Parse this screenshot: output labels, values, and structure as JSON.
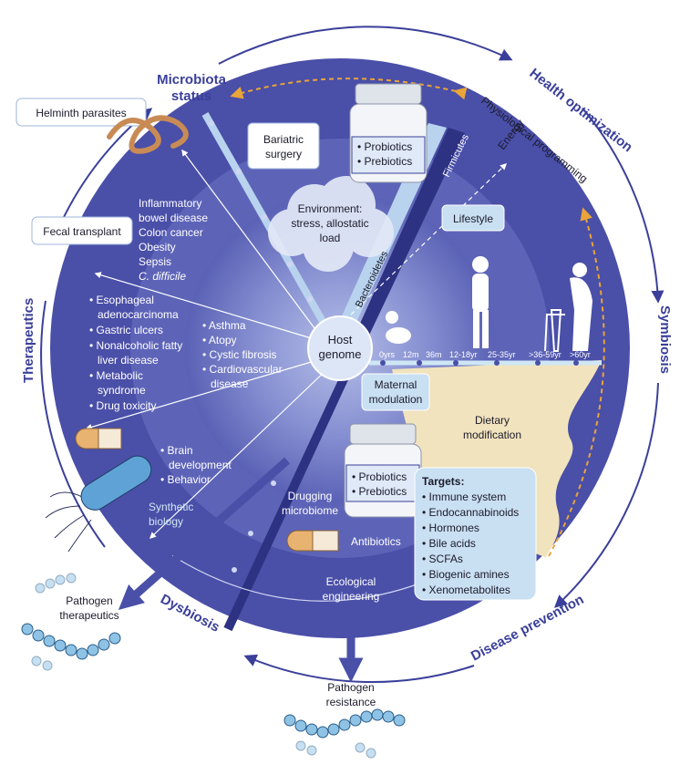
{
  "outer_labels": {
    "microbiota_status": [
      "Microbiota",
      "status"
    ],
    "health_optimization": "Health optimization",
    "symbiosis": "Symbiosis",
    "disease_prevention": "Disease prevention",
    "dysbiosis": "Dysbiosis",
    "therapeutics": "Therapeutics"
  },
  "boxes": {
    "helminth": "Helminth parasites",
    "fecal": "Fecal transplant",
    "bariatric": [
      "Bariatric",
      "surgery"
    ],
    "lifestyle": "Lifestyle",
    "maternal": [
      "Maternal",
      "modulation"
    ],
    "dietary": [
      "Dietary",
      "modification"
    ]
  },
  "bottle_top": [
    "• Probiotics",
    "• Prebiotics"
  ],
  "bottle_bottom": [
    "• Probiotics",
    "• Prebiotics"
  ],
  "phyla": {
    "firmicutes": "Firmicutes",
    "bacteroidetes": "Bacteroidetes"
  },
  "environment": [
    "Environment:",
    "stress, allostatic",
    "load"
  ],
  "host_genome": [
    "Host",
    "genome"
  ],
  "programming": {
    "physiological": "Physiological programming",
    "energy": "Energy"
  },
  "ages": [
    "0yrs",
    "12m",
    "36m",
    "12-18yr",
    "25-35yr",
    ">36-59yr",
    ">60yr"
  ],
  "diseases_a": [
    "Inflammatory",
    "bowel disease",
    "Colon cancer",
    "Obesity",
    "Sepsis",
    "C. difficile"
  ],
  "diseases_b": [
    "• Esophageal",
    "adenocarcinoma",
    "• Gastric ulcers",
    "• Nonalcoholic fatty",
    "liver disease",
    "• Metabolic",
    "syndrome",
    "• Drug toxicity"
  ],
  "diseases_c": [
    "• Asthma",
    "• Atopy",
    "• Cystic fibrosis",
    "• Cardiovascular",
    "disease"
  ],
  "brain": [
    "• Brain",
    "development",
    "• Behavior"
  ],
  "synthetic": [
    "Synthetic",
    "biology"
  ],
  "drugging": [
    "Drugging",
    "microbiome"
  ],
  "antibiotics": "Antibiotics",
  "ecological": [
    "Ecological",
    "engineering"
  ],
  "targets": {
    "title": "Targets:",
    "items": [
      "• Immune system",
      "• Endocannabinoids",
      "• Hormones",
      "• Bile acids",
      "• SCFAs",
      "• Biogenic amines",
      "• Xenometabolites"
    ]
  },
  "pathogen_therapeutics": [
    "Pathogen",
    "therapeutics"
  ],
  "pathogen_resistance": [
    "Pathogen",
    "resistance"
  ],
  "colors": {
    "outer_disk": "#4a4fa8",
    "mid_disk": "#6a72c2",
    "inner_glow": "#9aa6dc",
    "navy_text": "#3a3f9a",
    "beige": "#f1e3bd",
    "light_blue_box": "#c9dff2",
    "orange_arrow": "#e9a43a"
  }
}
